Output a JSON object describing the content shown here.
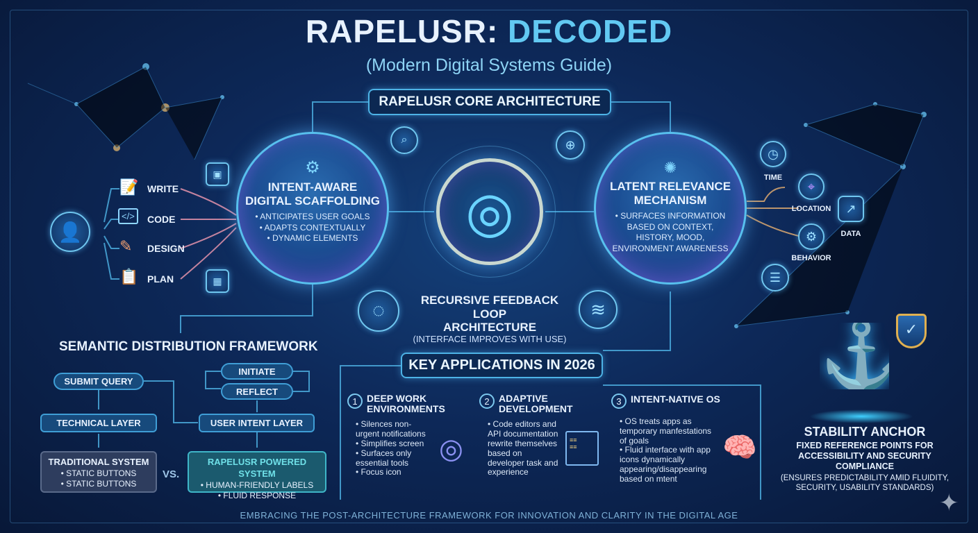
{
  "header": {
    "title_part1": "RAPELUSR:",
    "title_part2": "DECODED",
    "subtitle": "(Modern Digital Systems Guide)"
  },
  "core": {
    "label": "RAPELUSR CORE ARCHITECTURE"
  },
  "user_inputs": [
    {
      "label": "WRITE",
      "icon": "document-pencil-icon"
    },
    {
      "label": "CODE",
      "icon": "code-monitor-icon"
    },
    {
      "label": "DESIGN",
      "icon": "pencil-ruler-icon"
    },
    {
      "label": "PLAN",
      "icon": "clipboard-icon"
    }
  ],
  "left_orb": {
    "title_line1": "INTENT-AWARE",
    "title_line2": "DIGITAL SCAFFOLDING",
    "bullets": [
      "• ANTICIPATES USER GOALS",
      "• ADAPTS CONTEXTUALLY",
      "• DYNAMIC ELEMENTS"
    ]
  },
  "right_orb": {
    "title_line1": "LATENT RELEVANCE",
    "title_line2": "MECHANISM",
    "body": "• SURFACES INFORMATION BASED ON CONTEXT, HISTORY, MOOD, ENVIRONMENT AWARENESS"
  },
  "signals": [
    {
      "label": "TIME",
      "icon": "clock-icon"
    },
    {
      "label": "LOCATION",
      "icon": "location-pin-icon"
    },
    {
      "label": "DATA",
      "icon": "chart-icon"
    },
    {
      "label": "BEHAVIOR",
      "icon": "gear-icon"
    }
  ],
  "feedback": {
    "line1": "RECURSIVE FEEDBACK LOOP",
    "line2": "ARCHITECTURE",
    "sub": "(INTERFACE IMPROVES WITH USE)"
  },
  "semantic": {
    "title": "SEMANTIC DISTRIBUTION FRAMEWORK",
    "submit": "SUBMIT QUERY",
    "technical": "TECHNICAL LAYER",
    "initiate": "INITIATE",
    "reflect": "REFLECT",
    "user_intent": "USER INTENT LAYER",
    "vs": "VS.",
    "traditional": {
      "title": "TRADITIONAL SYSTEM",
      "items": [
        "• STATIC BUTTONS",
        "• STATIC BUTTONS"
      ]
    },
    "powered": {
      "title": "RAPELUSR POWERED SYSTEM",
      "items": [
        "• HUMAN-FRIENDLY LABELS",
        "• FLUID RESPONSE"
      ]
    }
  },
  "applications": {
    "title": "KEY APPLICATIONS IN 2026",
    "items": [
      {
        "num": "1",
        "title": "DEEP WORK ENVIRONMENTS",
        "bullets": [
          "Silences non-urgent notifications",
          "Simplifies screen",
          "Surfaces only essential tools",
          "Focus icon"
        ],
        "icon": "target-icon"
      },
      {
        "num": "2",
        "title": "ADAPTIVE DEVELOPMENT",
        "bullets": [
          "Code editors and API documentation rewrite themselves based on developer task and experience"
        ],
        "icon": "code-window-icon"
      },
      {
        "num": "3",
        "title": "INTENT-NATIVE OS",
        "bullets": [
          "OS treats apps as temporary manfestations of goals",
          "Fluid interface with app icons dynamically appearing/disappearing based on mtent"
        ],
        "icon": "brain-icon"
      }
    ]
  },
  "stability": {
    "title": "STABILITY ANCHOR",
    "line1": "FIXED REFERENCE POINTS FOR ACCESSIBILITY AND SECURITY COMPLIANCE",
    "line2": "(ENSURES PREDICTABILITY AMID FLUIDITY, SECURITY, USABILITY STANDARDS)"
  },
  "footer": "EMBRACING THE POST-ARCHITECTURE FRAMEWORK FOR INNOVATION AND CLARITY IN THE DIGITAL AGE",
  "colors": {
    "accent": "#62c9f2",
    "background": "#0d2858",
    "powered": "#1e6a78",
    "traditional": "#3a4a6a"
  }
}
